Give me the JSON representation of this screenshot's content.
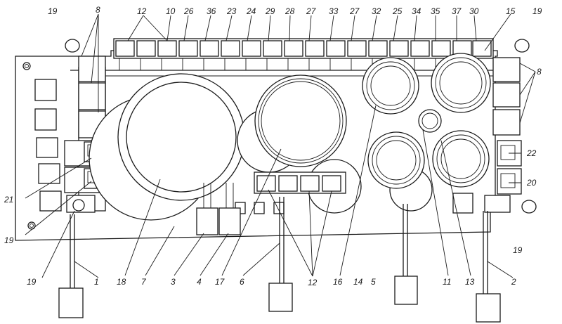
{
  "diagram": {
    "callouts": {
      "c1": "1",
      "c2": "2",
      "c3": "3",
      "c4": "4",
      "c5": "5",
      "c6": "6",
      "c7": "7",
      "c8a": "8",
      "c8b": "8",
      "c10": "10",
      "c11": "11",
      "c12a": "12",
      "c12b": "12",
      "c13": "13",
      "c14": "14",
      "c15": "15",
      "c16": "16",
      "c17": "17",
      "c18": "18",
      "c19a": "19",
      "c19b": "19",
      "c19c": "19",
      "c19d": "19",
      "c19e": "19",
      "c20": "20",
      "c21": "21",
      "c22": "22",
      "c23": "23",
      "c24": "24",
      "c25": "25",
      "c26": "26",
      "c27a": "27",
      "c27b": "27",
      "c28": "28",
      "c29": "29",
      "c30": "30",
      "c32": "32",
      "c33": "33",
      "c34": "34",
      "c35": "35",
      "c36": "36",
      "c37": "37"
    }
  }
}
